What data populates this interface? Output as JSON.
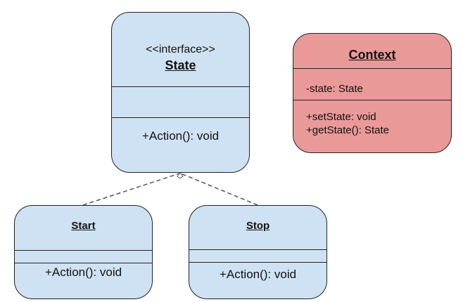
{
  "colors": {
    "interface_fill": "#cfe2f3",
    "context_fill": "#ea9999",
    "border": "#222222",
    "edge": "#555555"
  },
  "state": {
    "stereotype": "<<interface>>",
    "name": "State",
    "attributes": "",
    "operations": [
      "+Action(): void"
    ]
  },
  "context": {
    "name": "Context",
    "attributes": [
      "-state: State"
    ],
    "operations": [
      "+setState: void",
      "+getState(): State"
    ]
  },
  "start": {
    "name": "Start",
    "operations": [
      "+Action(): void"
    ]
  },
  "stop": {
    "name": "Stop",
    "operations": [
      "+Action(): void"
    ]
  },
  "edges": [
    {
      "from": "Start",
      "to": "State",
      "type": "realization"
    },
    {
      "from": "Stop",
      "to": "State",
      "type": "realization"
    }
  ]
}
